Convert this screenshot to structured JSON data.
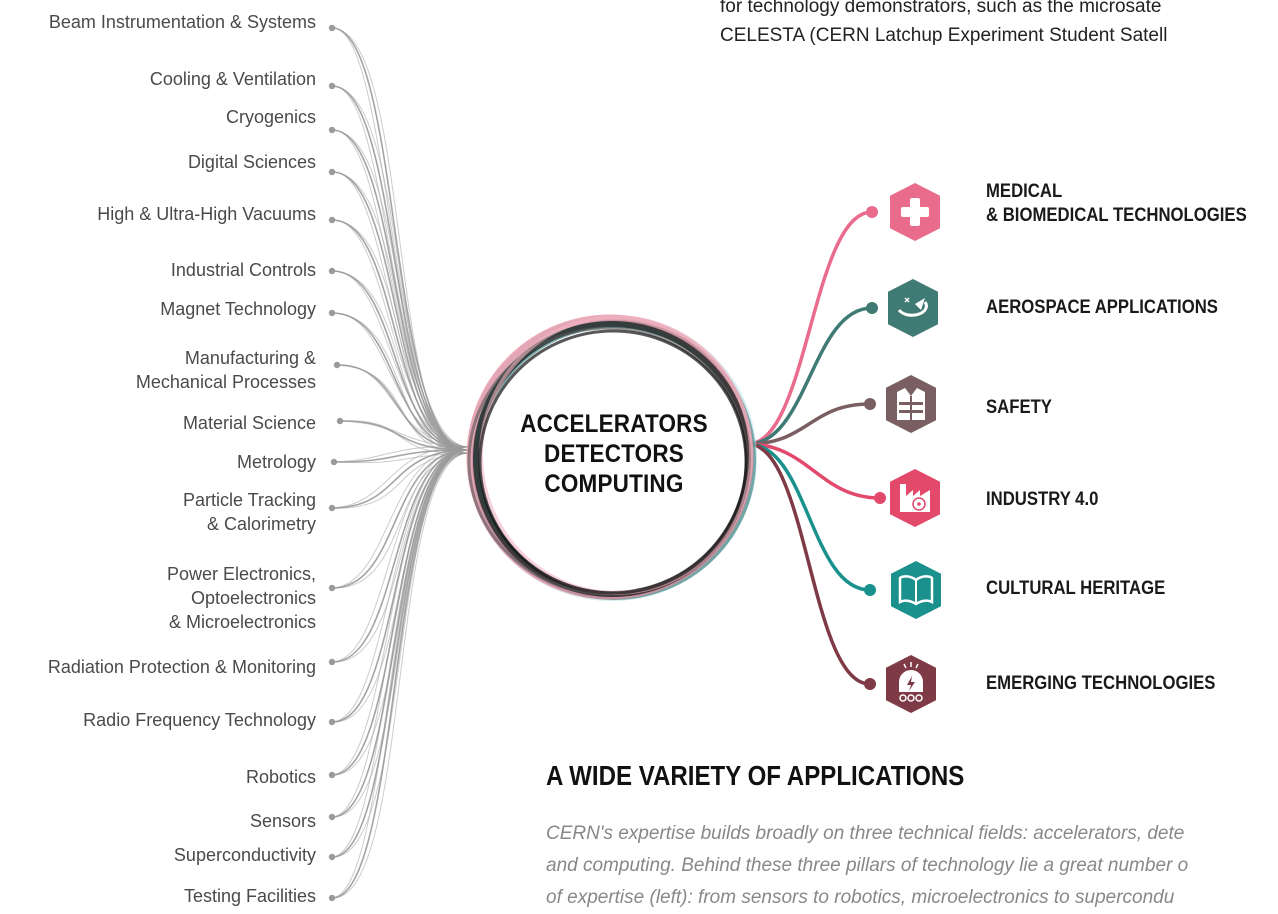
{
  "intro": {
    "lines": [
      "for technology demonstrators, such as the microsate",
      "CELESTA (CERN Latchup Experiment Student Satell"
    ]
  },
  "expertise": [
    {
      "lines": [
        "Beam Instrumentation & Systems"
      ]
    },
    {
      "lines": [
        "Cooling & Ventilation"
      ]
    },
    {
      "lines": [
        "Cryogenics"
      ]
    },
    {
      "lines": [
        "Digital Sciences"
      ]
    },
    {
      "lines": [
        "High & Ultra-High Vacuums"
      ]
    },
    {
      "lines": [
        "Industrial Controls"
      ]
    },
    {
      "lines": [
        "Magnet Technology"
      ]
    },
    {
      "lines": [
        "Manufacturing &",
        "Mechanical Processes"
      ]
    },
    {
      "lines": [
        "Material Science"
      ]
    },
    {
      "lines": [
        "Metrology"
      ]
    },
    {
      "lines": [
        "Particle Tracking",
        "& Calorimetry"
      ]
    },
    {
      "lines": [
        "Power Electronics,",
        "Optoelectronics",
        "& Microelectronics"
      ]
    },
    {
      "lines": [
        "Radiation Protection & Monitoring"
      ]
    },
    {
      "lines": [
        "Radio Frequency Technology"
      ]
    },
    {
      "lines": [
        "Robotics"
      ]
    },
    {
      "lines": [
        "Sensors"
      ]
    },
    {
      "lines": [
        "Superconductivity"
      ]
    },
    {
      "lines": [
        "Testing Facilities"
      ]
    }
  ],
  "hub": {
    "lines": [
      "ACCELERATORS",
      "DETECTORS",
      "COMPUTING"
    ]
  },
  "applications": [
    {
      "lines": [
        "MEDICAL",
        "& BIOMEDICAL TECHNOLOGIES"
      ],
      "icon": "medical-cross-icon",
      "color": "#e96c8c"
    },
    {
      "lines": [
        "AEROSPACE APPLICATIONS"
      ],
      "icon": "satellite-orbit-icon",
      "color": "#3f7a75"
    },
    {
      "lines": [
        "SAFETY"
      ],
      "icon": "safety-vest-icon",
      "color": "#7a5f62"
    },
    {
      "lines": [
        "INDUSTRY 4.0"
      ],
      "icon": "factory-atom-icon",
      "color": "#e3496a"
    },
    {
      "lines": [
        "CULTURAL HERITAGE"
      ],
      "icon": "book-icon",
      "color": "#1b918e"
    },
    {
      "lines": [
        "EMERGING TECHNOLOGIES"
      ],
      "icon": "emerging-tech-icon",
      "color": "#7e3a45"
    }
  ],
  "section": {
    "title": "A WIDE VARIETY OF APPLICATIONS",
    "body": [
      "CERN's expertise builds broadly on three technical fields: accelerators, dete",
      "and computing. Behind these three pillars of technology lie a great number o",
      "of expertise (left): from sensors to robotics, microelectronics to supercondu"
    ]
  },
  "colors": {
    "wire": "#9a9a9a",
    "ring_pink": "#e8899d",
    "ring_teal": "#4d8f8c",
    "ring_dark": "#222222"
  }
}
